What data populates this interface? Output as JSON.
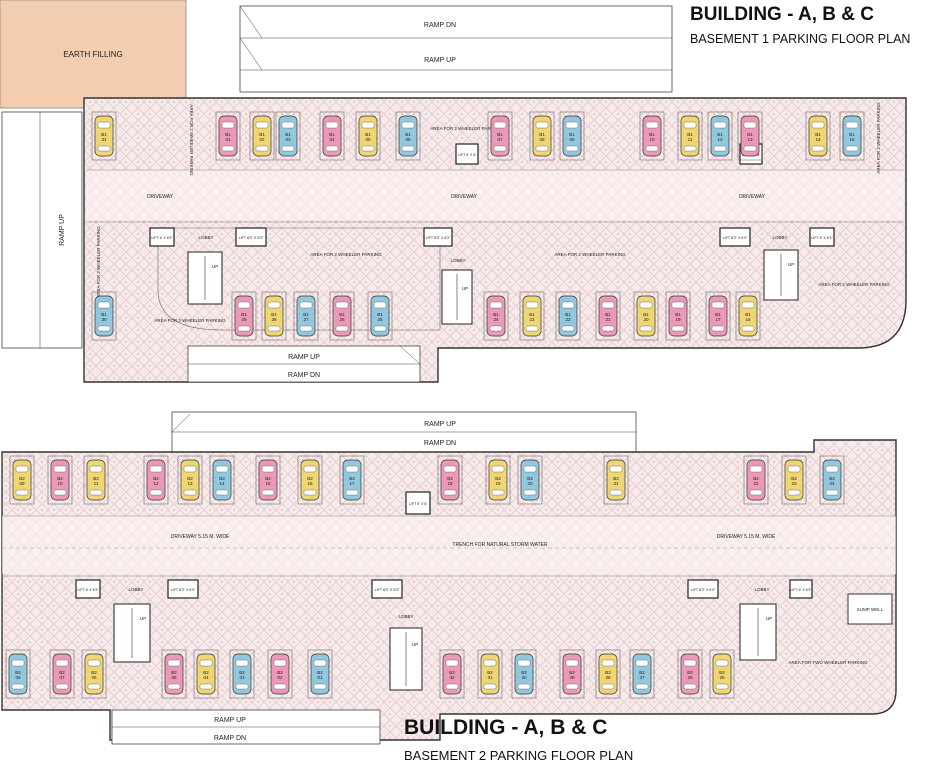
{
  "colors": {
    "earth": "#f3cdb0",
    "paving": "#f7e9e9",
    "car_yellow": "#f0d672",
    "car_pink": "#ec98b8",
    "car_blue": "#92c8de",
    "outline": "#333333"
  },
  "basement1": {
    "title": "BUILDING - A, B & C",
    "subtitle": "BASEMENT 1 PARKING FLOOR PLAN",
    "earth_filling": "EARTH FILLING",
    "ramp_dn_top": "RAMP DN",
    "ramp_up_top": "RAMP UP",
    "ramp_up_side": "RAMP UP",
    "ramp_up_bottom": "RAMP UP",
    "ramp_dn_bottom": "RAMP DN",
    "driveway": "DRIVEWAY",
    "lobby": "LOBBY",
    "up": "UP",
    "lift_6x6": "LIFT 6' X 6'",
    "lift_6x63": "LIFT 6' X 6'3\"",
    "lift_83": "LIFT 8'3\" X 6'3\"",
    "two_wheeler": "AREA FOR 2 WHEELER PARKING",
    "top_cars": [
      {
        "label": "B1 31",
        "color": "yellow"
      },
      {
        "label": "B1 01",
        "color": "pink"
      },
      {
        "label": "B1 02",
        "color": "yellow"
      },
      {
        "label": "B1 03",
        "color": "blue"
      },
      {
        "label": "B1 04",
        "color": "pink"
      },
      {
        "label": "B1 05",
        "color": "yellow"
      },
      {
        "label": "B1 06",
        "color": "blue"
      },
      {
        "label": "B1 07",
        "color": "pink"
      },
      {
        "label": "B1 08",
        "color": "yellow"
      },
      {
        "label": "B1 09",
        "color": "blue"
      },
      {
        "label": "B1 10",
        "color": "pink"
      },
      {
        "label": "B1 11",
        "color": "yellow"
      },
      {
        "label": "B1 12",
        "color": "blue"
      },
      {
        "label": "B1 13",
        "color": "pink"
      },
      {
        "label": "B1 14",
        "color": "yellow"
      },
      {
        "label": "B1 15",
        "color": "blue"
      }
    ],
    "bottom_cars": [
      {
        "label": "B1 30",
        "color": "blue"
      },
      {
        "label": "B1 29",
        "color": "pink"
      },
      {
        "label": "B1 28",
        "color": "yellow"
      },
      {
        "label": "B1 27",
        "color": "blue"
      },
      {
        "label": "B1 26",
        "color": "pink"
      },
      {
        "label": "B1 25",
        "color": "blue"
      },
      {
        "label": "B1 24",
        "color": "pink"
      },
      {
        "label": "B1 23",
        "color": "yellow"
      },
      {
        "label": "B1 22",
        "color": "blue"
      },
      {
        "label": "B1 21",
        "color": "pink"
      },
      {
        "label": "B1 20",
        "color": "yellow"
      },
      {
        "label": "B1 19",
        "color": "pink"
      },
      {
        "label": "B1 17",
        "color": "pink"
      },
      {
        "label": "B1 16",
        "color": "yellow"
      }
    ]
  },
  "basement2": {
    "title": "BUILDING - A, B & C",
    "subtitle": "BASEMENT 2 PARKING FLOOR PLAN",
    "ramp_up_top": "RAMP UP",
    "ramp_dn_top": "RAMP DN",
    "ramp_up_bottom": "RAMP UP",
    "ramp_dn_bottom": "RAMP DN",
    "driveway": "DRIVEWAY 5.15 M. WIDE",
    "trench": "TRENCH FOR NATURAL STORM WATER",
    "lobby": "LOBBY",
    "up": "UP",
    "lift_6x6": "LIFT 6' X 6'",
    "lift_6x63": "LIFT 6' X 6'3\"",
    "lift_83": "LIFT 8'3\" X 6'3\"",
    "sump": "SUMP WELL",
    "two_wheeler": "AREA FOR TWO WHEELER PARKING",
    "top_cars": [
      {
        "label": "B2 09",
        "color": "yellow"
      },
      {
        "label": "B2 10",
        "color": "pink"
      },
      {
        "label": "B2 11",
        "color": "yellow"
      },
      {
        "label": "B2 12",
        "color": "pink"
      },
      {
        "label": "B2 13",
        "color": "yellow"
      },
      {
        "label": "B2 14",
        "color": "blue"
      },
      {
        "label": "B2 15",
        "color": "pink"
      },
      {
        "label": "B2 16",
        "color": "yellow"
      },
      {
        "label": "B2 17",
        "color": "blue"
      },
      {
        "label": "B2 18",
        "color": "pink"
      },
      {
        "label": "B2 19",
        "color": "yellow"
      },
      {
        "label": "B2 20",
        "color": "blue"
      },
      {
        "label": "B2 21",
        "color": "yellow"
      },
      {
        "label": "B2 22",
        "color": "pink"
      },
      {
        "label": "B2 23",
        "color": "yellow"
      },
      {
        "label": "B2 24",
        "color": "blue"
      }
    ],
    "bottom_cars": [
      {
        "label": "B2 08",
        "color": "blue"
      },
      {
        "label": "B2 07",
        "color": "pink"
      },
      {
        "label": "B2 06",
        "color": "yellow"
      },
      {
        "label": "B2 05",
        "color": "pink"
      },
      {
        "label": "B2 04",
        "color": "yellow"
      },
      {
        "label": "B2 03",
        "color": "blue"
      },
      {
        "label": "B2 02",
        "color": "pink"
      },
      {
        "label": "B2 01",
        "color": "blue"
      },
      {
        "label": "B2 32",
        "color": "pink"
      },
      {
        "label": "B2 31",
        "color": "yellow"
      },
      {
        "label": "B2 30",
        "color": "blue"
      },
      {
        "label": "B2 29",
        "color": "pink"
      },
      {
        "label": "B2 28",
        "color": "yellow"
      },
      {
        "label": "B2 27",
        "color": "blue"
      },
      {
        "label": "B2 26",
        "color": "pink"
      },
      {
        "label": "B2 25",
        "color": "yellow"
      }
    ]
  }
}
